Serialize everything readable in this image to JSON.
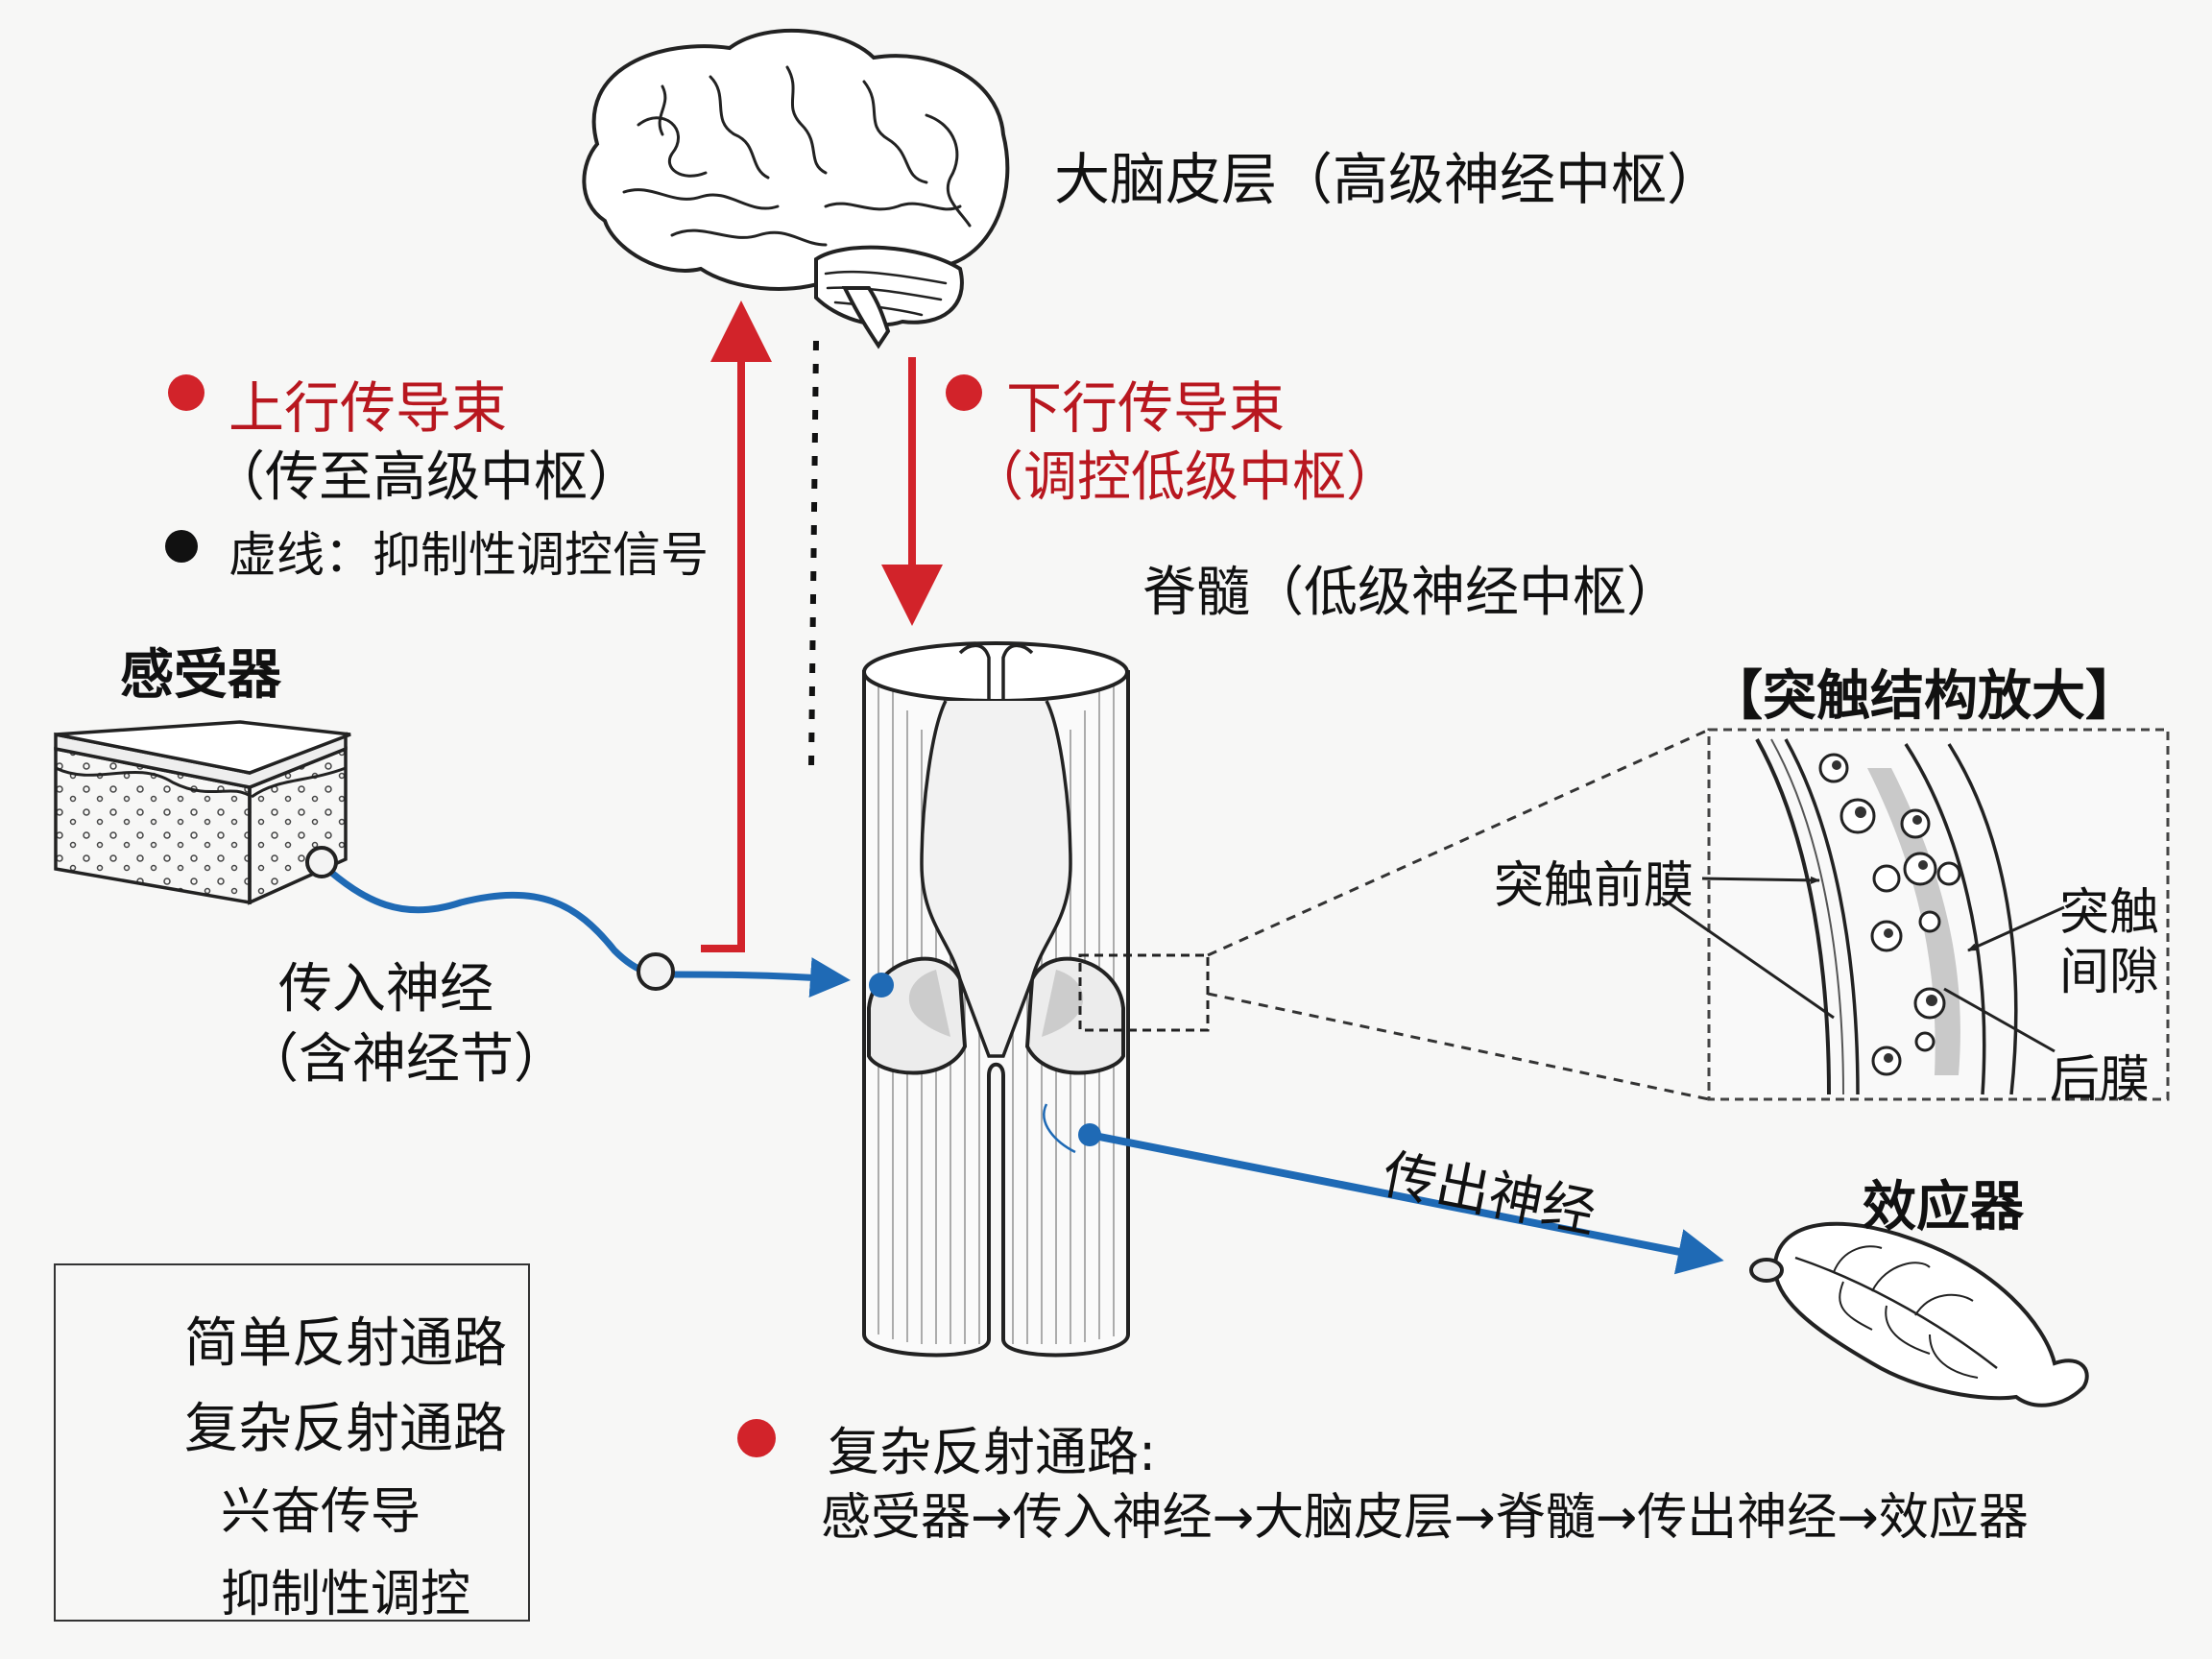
{
  "labels": {
    "brain": "大脑皮层（高级神经中枢）",
    "spinal_cord": "脊髓（低级神经中枢）",
    "receptor": "感受器",
    "afferent_1": "传入神经",
    "afferent_2": "（含神经节）",
    "efferent": "传出神经",
    "effector": "效应器",
    "ascending_title": "上行传导束",
    "ascending_sub": "（传至高级中枢）",
    "dashed_note": "虚线：抑制性调控信号",
    "descending_title": "下行传导束",
    "descending_sub": "（调控低级中枢）",
    "synapse_title": "【突触结构放大】",
    "presynaptic": "突触前膜",
    "cleft_1": "突触",
    "cleft_2": "间隙",
    "postsynaptic": "后膜"
  },
  "complex_path": {
    "title": "复杂反射通路:",
    "sequence": "感受器→传入神经→大脑皮层→脊髓→传出神经→效应器"
  },
  "legend": {
    "items": [
      {
        "label": "简单反射通路",
        "style": "solid-blue"
      },
      {
        "label": "复杂反射通路",
        "style": "solid-red"
      },
      {
        "label": "兴奋传导",
        "style": "solid-arrow"
      },
      {
        "label": "抑制性调控",
        "style": "dashed-arrow"
      }
    ]
  },
  "colors": {
    "simple_path": "#1f6ab5",
    "complex_path": "#d2232a",
    "accent_text": "#b8171f",
    "ink": "#222222"
  }
}
